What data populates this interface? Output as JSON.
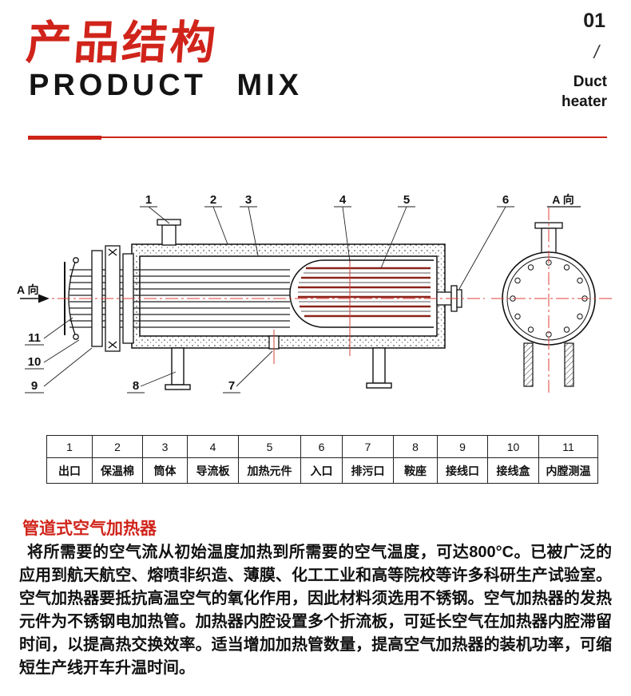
{
  "header": {
    "title_cn": "产品结构",
    "title_en": "PRODUCT MIX",
    "index": "01",
    "divider": "/",
    "category": {
      "line1": "Duct",
      "line2": "heater"
    }
  },
  "diagram": {
    "view_label_left": "A 向",
    "view_label_right": "A 向",
    "callouts": [
      "1",
      "2",
      "3",
      "4",
      "5",
      "6",
      "7",
      "8",
      "9",
      "10",
      "11"
    ]
  },
  "table": {
    "ids": [
      "1",
      "2",
      "3",
      "4",
      "5",
      "6",
      "7",
      "8",
      "9",
      "10",
      "11"
    ],
    "names": [
      "出口",
      "保温棉",
      "筒体",
      "导流板",
      "加热元件",
      "入口",
      "排污口",
      "鞍座",
      "接线口",
      "接线盒",
      "内膛测温"
    ]
  },
  "article": {
    "title": "管道式空气加热器",
    "body": "将所需要的空气流从初始温度加热到所需要的空气温度，可达800°C。已被广泛的应用到航天航空、熔喷非织造、薄膜、化工工业和高等院校等许多科研生产试验室。空气加热器要抵抗高温空气的氧化作用，因此材料须选用不锈钢。空气加热器的发热元件为不锈钢电加热管。加热器内腔设置多个折流板，可延长空气在加热器内腔滞留时间，以提高热交换效率。适当增加加热管数量，提高空气加热器的装机功率，可缩短生产线开车升温时间。"
  },
  "colors": {
    "accent_red": "#cd2318",
    "centerline_red": "#e04038",
    "ink": "#111111"
  }
}
